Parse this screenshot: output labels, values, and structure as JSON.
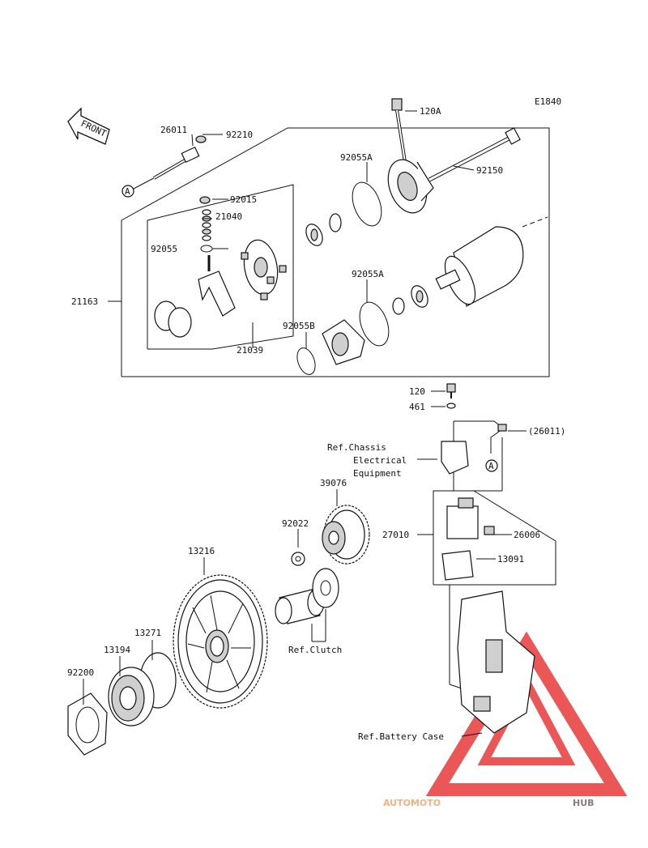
{
  "diagram": {
    "code": "E1840",
    "front_label": "FRONT",
    "ref_a": "A",
    "parts": {
      "p26011": "26011",
      "p92210": "92210",
      "p120A": "120A",
      "p92055A_top": "92055A",
      "p92150": "92150",
      "p92015": "92015",
      "p21040": "21040",
      "p92055": "92055",
      "p92055A_mid": "92055A",
      "p21163": "21163",
      "p92055B": "92055B",
      "p21039": "21039",
      "p120": "120",
      "p461": "461",
      "p26011_ref": "(26011)",
      "p39076": "39076",
      "p92022": "92022",
      "p27010": "27010",
      "p26006": "26006",
      "p13091": "13091",
      "p13216": "13216",
      "p13271": "13271",
      "p13194": "13194",
      "p92200": "92200"
    },
    "refs": {
      "chassis_line1": "Ref.Chassis",
      "chassis_line2": "Electrical",
      "chassis_line3": "Equipment",
      "clutch": "Ref.Clutch",
      "battery": "Ref.Battery Case"
    }
  },
  "watermark": {
    "part1": "AUTOMOTO",
    "part2": "HUB",
    "color1": "#f4b183",
    "color2": "#7f7f7f",
    "triangle_color": "#e83a3a"
  }
}
